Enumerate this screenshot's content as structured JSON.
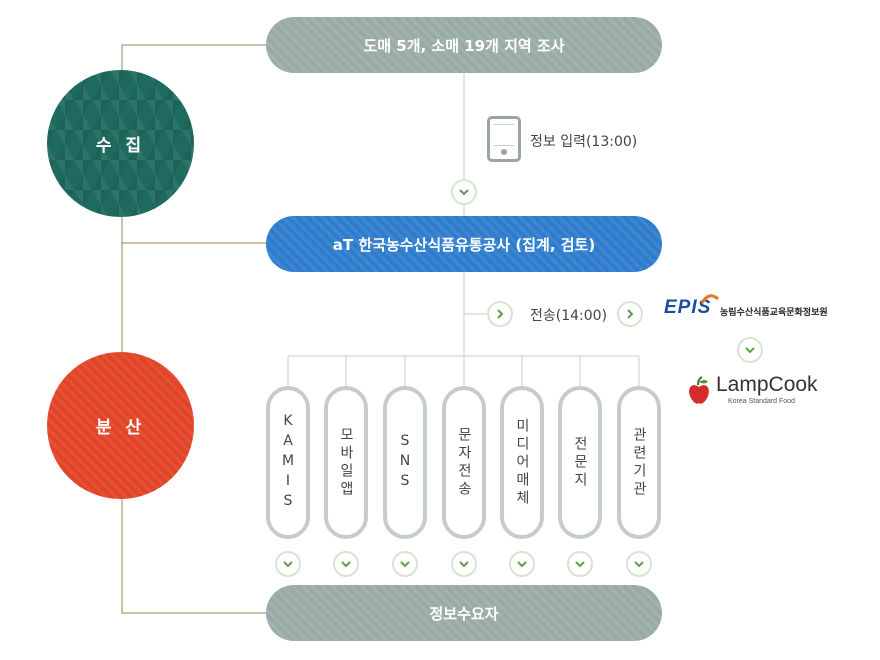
{
  "stages": {
    "collect": "수 집",
    "distribute": "분 산"
  },
  "steps": {
    "survey": "도매 5개, 소매 19개 지역 조사",
    "input": "정보 입력(13:00)",
    "agency": "aT 한국농수산식품유통공사 (집계, 검토)",
    "transfer": "전송(14:00)",
    "consumer": "정보수요자"
  },
  "channels": [
    "KAMIS",
    "모바일앱",
    "SNS",
    "문자전송",
    "미디어매체",
    "전문지",
    "관련기관"
  ],
  "partners": {
    "epis_logo": "EPIS",
    "epis_name": "농림수산식품교육문화정보원",
    "lampcook_logo": "LampCook",
    "lampcook_tagline": "Korea Standard Food"
  },
  "colors": {
    "collect": "#1f6a5f",
    "distribute": "#e24428",
    "agency": "#2f7ccd",
    "gray": "#9aaba7",
    "chevron": "#5aa04a",
    "connector": "#6e9a57"
  },
  "icons": [
    "phone-icon",
    "chevron-down-icon",
    "chevron-right-icon",
    "apple-icon"
  ]
}
